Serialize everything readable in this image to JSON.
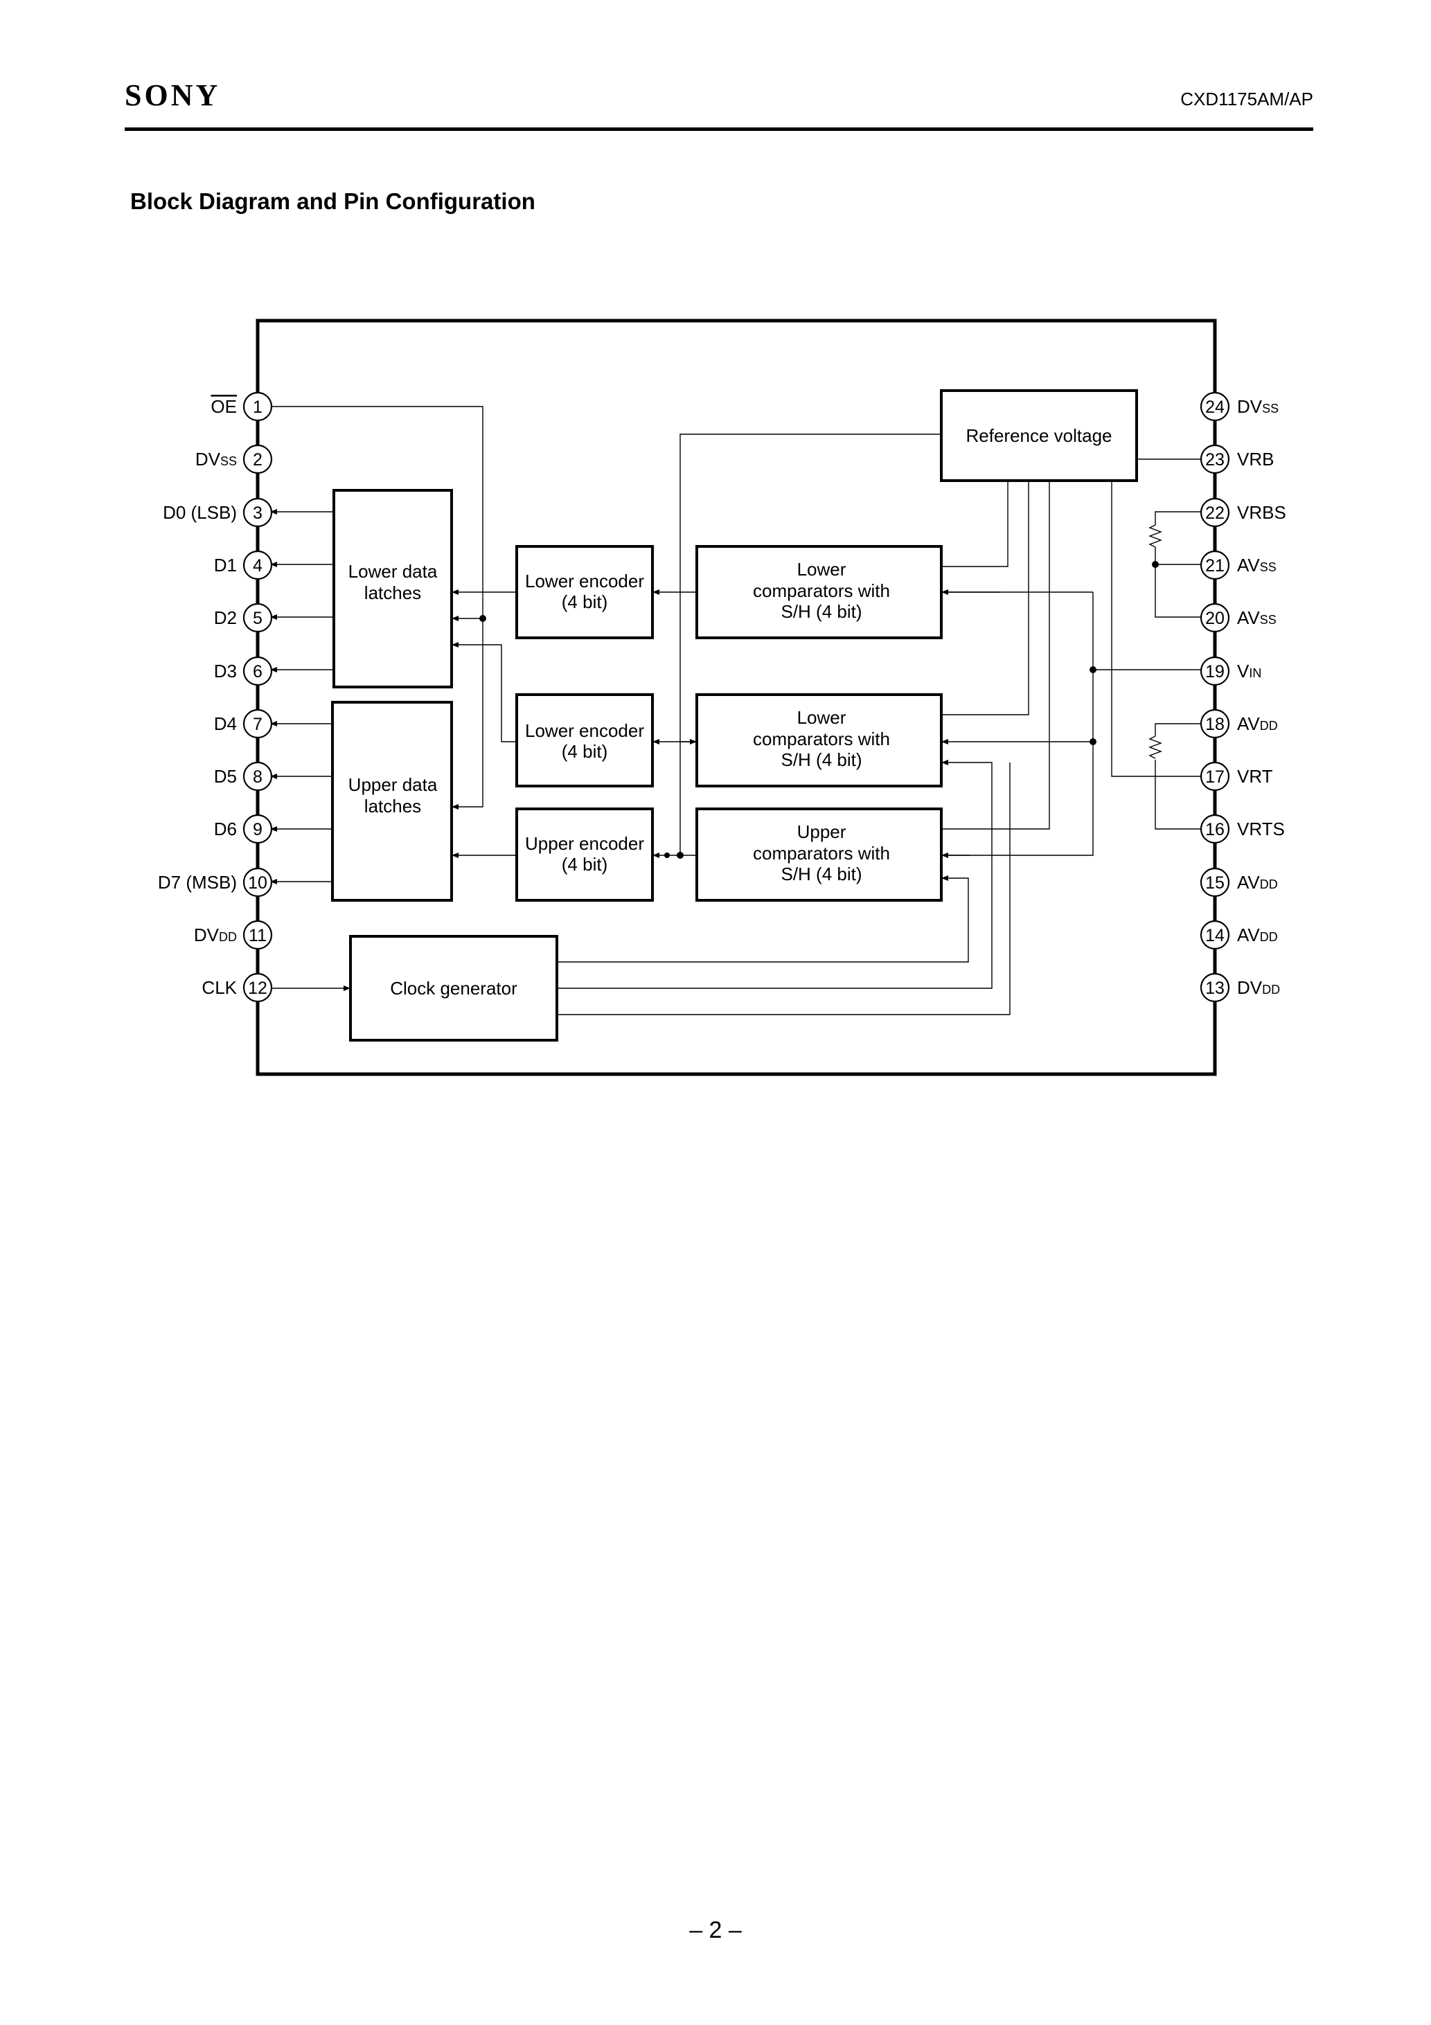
{
  "header": {
    "brand": "SONY",
    "part_number": "CXD1175AM/AP"
  },
  "section_title": "Block Diagram and Pin Configuration",
  "footer": {
    "page_number": "– 2 –"
  },
  "blocks": {
    "lower_latch": [
      "Lower data",
      "latches"
    ],
    "upper_latch": [
      "Upper data",
      "latches"
    ],
    "enc1": [
      "Lower encoder",
      "(4 bit)"
    ],
    "enc2": [
      "Lower encoder",
      "(4 bit)"
    ],
    "enc3": [
      "Upper encoder",
      "(4 bit)"
    ],
    "comp1": [
      "Lower",
      "comparators with",
      "S/H (4 bit)"
    ],
    "comp2": [
      "Lower",
      "comparators with",
      "S/H (4 bit)"
    ],
    "comp3": [
      "Upper",
      "comparators with",
      "S/H (4 bit)"
    ],
    "ref": [
      "Reference voltage"
    ],
    "clock": [
      "Clock generator"
    ]
  },
  "left_pins": [
    {
      "num": "1",
      "name": "OE",
      "overline": true
    },
    {
      "num": "2",
      "name": "DV",
      "sub": "SS"
    },
    {
      "num": "3",
      "name": "D0 (LSB)"
    },
    {
      "num": "4",
      "name": "D1"
    },
    {
      "num": "5",
      "name": "D2"
    },
    {
      "num": "6",
      "name": "D3"
    },
    {
      "num": "7",
      "name": "D4"
    },
    {
      "num": "8",
      "name": "D5"
    },
    {
      "num": "9",
      "name": "D6"
    },
    {
      "num": "10",
      "name": "D7 (MSB)"
    },
    {
      "num": "11",
      "name": "DV",
      "sub": "DD"
    },
    {
      "num": "12",
      "name": "CLK"
    }
  ],
  "right_pins": [
    {
      "num": "24",
      "name": "DV",
      "sub": "SS"
    },
    {
      "num": "23",
      "name": "VRB"
    },
    {
      "num": "22",
      "name": "VRBS"
    },
    {
      "num": "21",
      "name": "AV",
      "sub": "SS"
    },
    {
      "num": "20",
      "name": "AV",
      "sub": "SS"
    },
    {
      "num": "19",
      "name": "V",
      "sub": "IN"
    },
    {
      "num": "18",
      "name": "AV",
      "sub": "DD"
    },
    {
      "num": "17",
      "name": "VRT"
    },
    {
      "num": "16",
      "name": "VRTS"
    },
    {
      "num": "15",
      "name": "AV",
      "sub": "DD"
    },
    {
      "num": "14",
      "name": "AV",
      "sub": "DD"
    },
    {
      "num": "13",
      "name": "DV",
      "sub": "DD"
    }
  ]
}
